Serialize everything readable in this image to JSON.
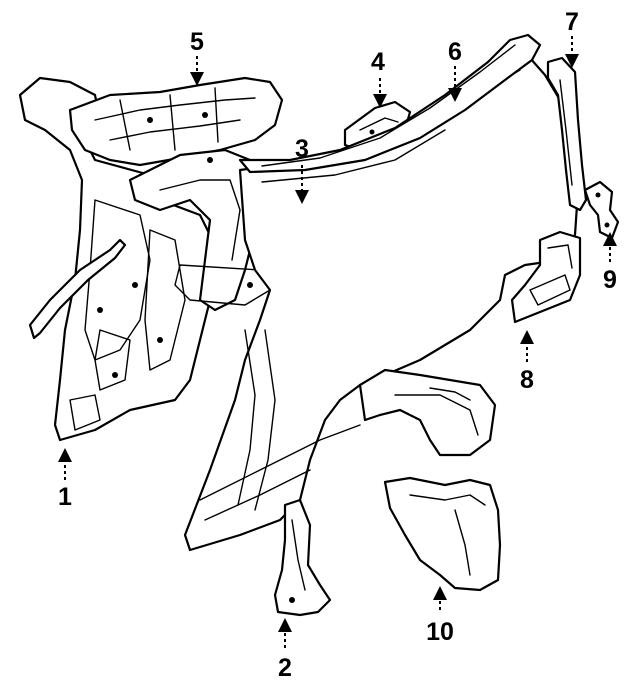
{
  "callouts": [
    {
      "id": "1",
      "label": "1"
    },
    {
      "id": "2",
      "label": "2"
    },
    {
      "id": "3",
      "label": "3"
    },
    {
      "id": "4",
      "label": "4"
    },
    {
      "id": "5",
      "label": "5"
    },
    {
      "id": "6",
      "label": "6"
    },
    {
      "id": "7",
      "label": "7"
    },
    {
      "id": "8",
      "label": "8"
    },
    {
      "id": "9",
      "label": "9"
    },
    {
      "id": "10",
      "label": "10"
    }
  ]
}
